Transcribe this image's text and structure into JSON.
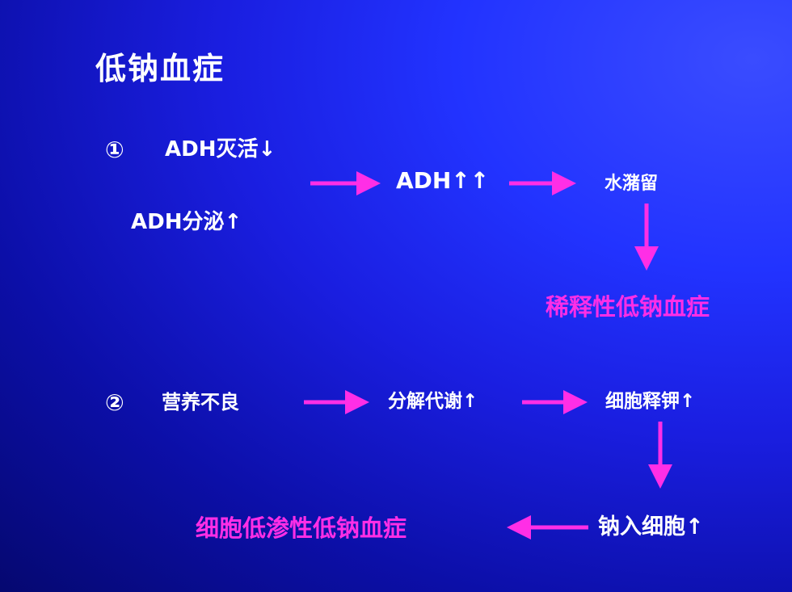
{
  "title": "低钠血症",
  "section1": {
    "marker": "①",
    "adh_inactivation": "ADH灭活↓",
    "adh_secretion": "ADH分泌↑",
    "adh_increase": "ADH↑↑",
    "water_retention": "水潴留",
    "result": "稀释性低钠血症"
  },
  "section2": {
    "marker": "②",
    "malnutrition": "营养不良",
    "catabolism": "分解代谢↑",
    "cell_k_release": "细胞释钾↑",
    "na_into_cell": "钠入细胞↑",
    "result": "细胞低渗性低钠血症"
  },
  "colors": {
    "arrow": "#ff2ee6",
    "text": "#ffffff",
    "result_text": "#ff2ee6"
  }
}
